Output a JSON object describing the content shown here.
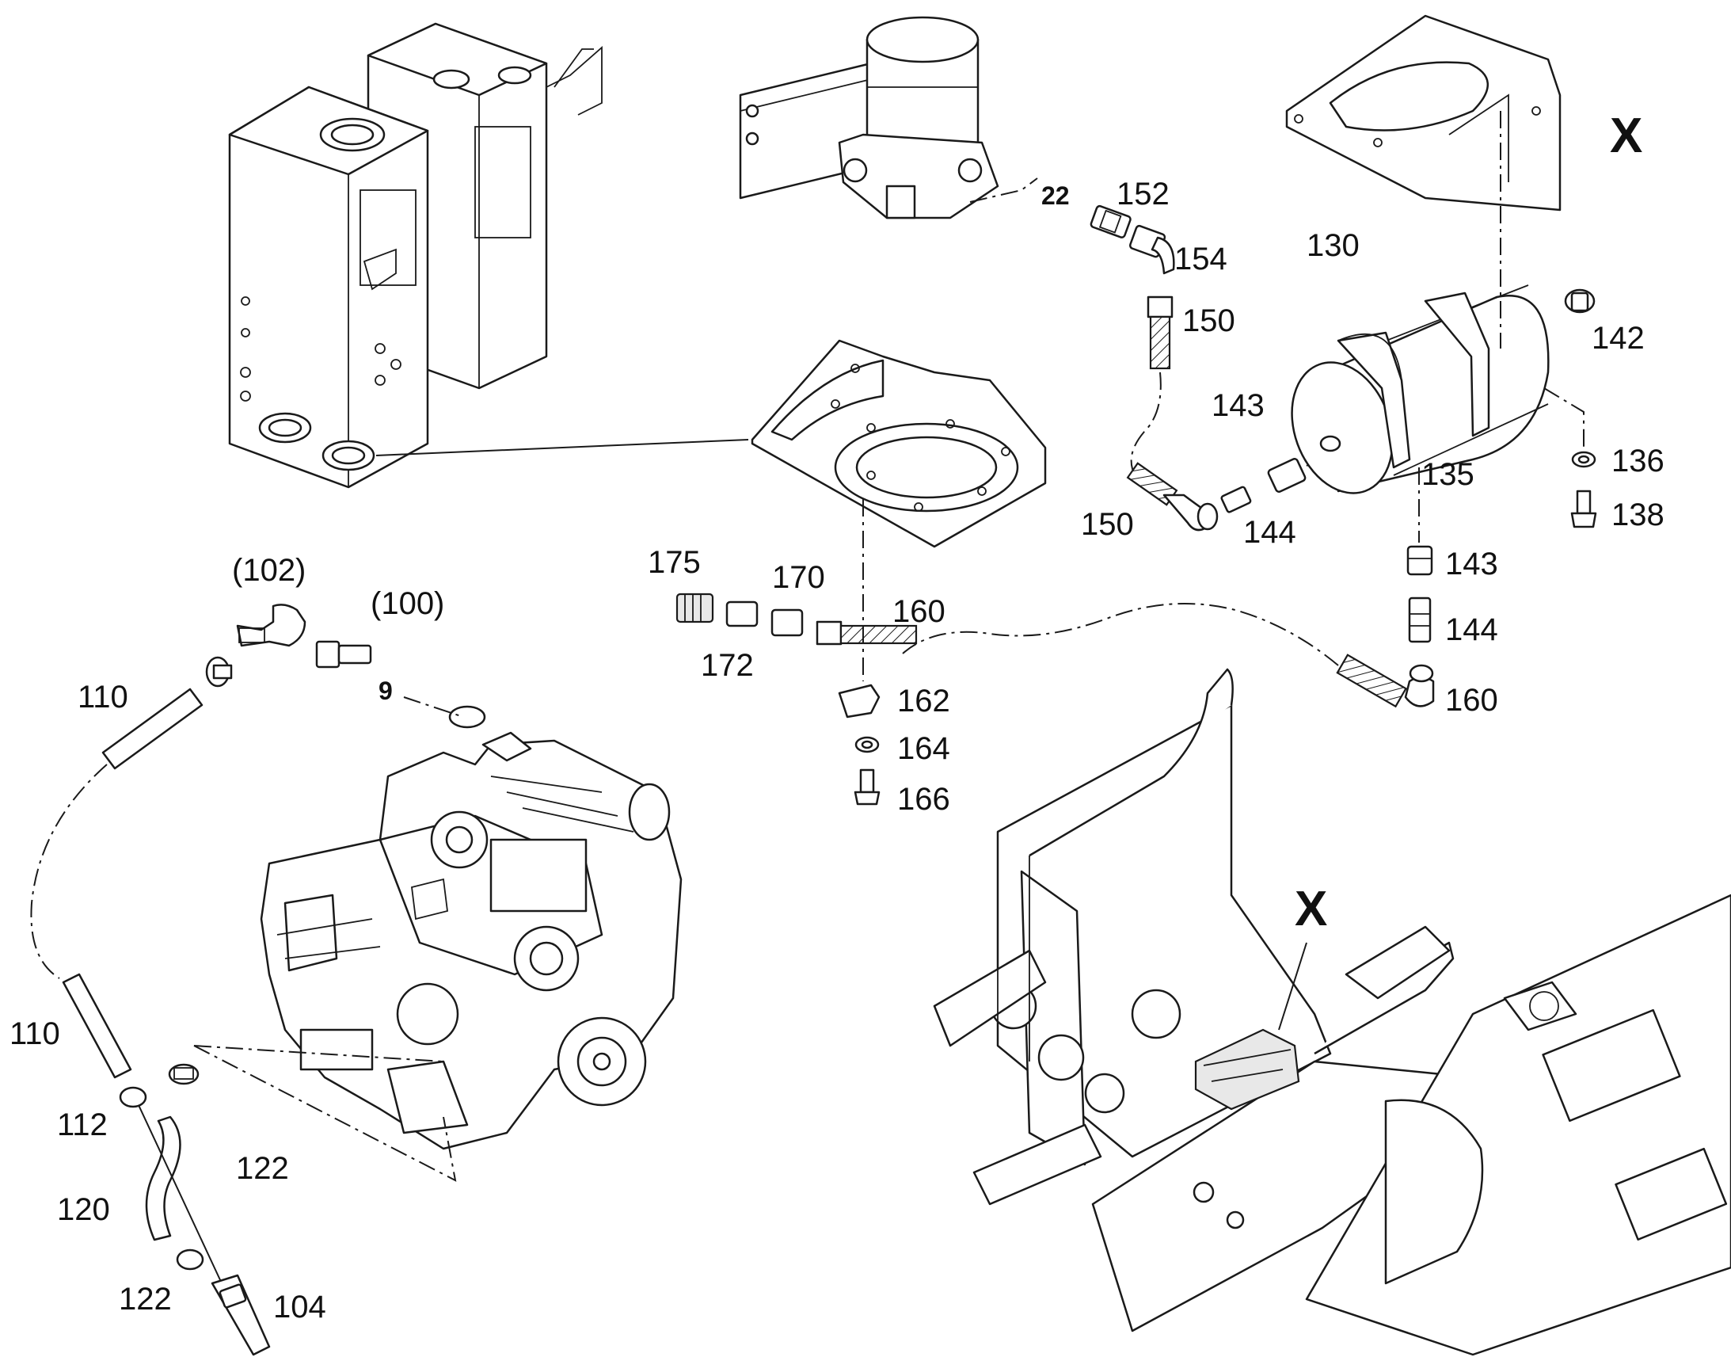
{
  "detail_markers": [
    "X",
    "X"
  ],
  "callouts": {
    "c22": "22",
    "c152": "152",
    "c154": "154",
    "c150a": "150",
    "c150b": "150",
    "c130": "130",
    "c142": "142",
    "c143a": "143",
    "c143b": "143",
    "c135": "135",
    "c136": "136",
    "c138": "138",
    "c144a": "144",
    "c144b": "144",
    "c160a": "160",
    "c160b": "160",
    "c175": "175",
    "c170": "170",
    "c172": "172",
    "c162": "162",
    "c164": "164",
    "c166": "166",
    "c102": "(102)",
    "c100": "(100)",
    "c9": "9",
    "c110a": "110",
    "c110b": "110",
    "c112": "112",
    "c120": "120",
    "c122a": "122",
    "c122b": "122",
    "c104": "104"
  }
}
